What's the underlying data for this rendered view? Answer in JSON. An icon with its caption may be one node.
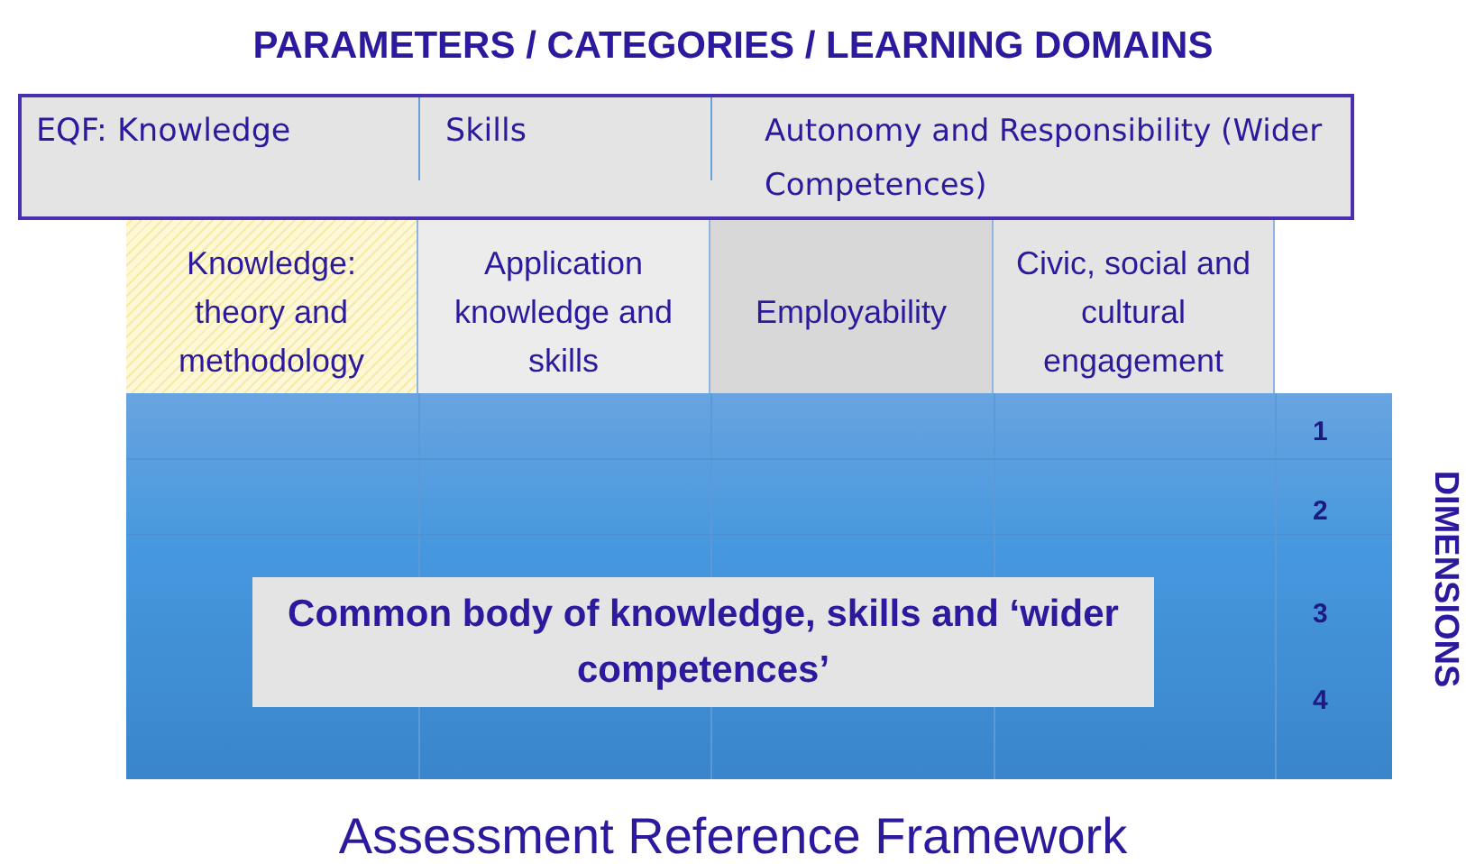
{
  "diagram": {
    "title": "PARAMETERS / CATEGORIES / LEARNING DOMAINS",
    "caption": "Assessment Reference Framework",
    "nodes": [
      {
        "text": [
          "EQF: Knowledge",
          "Skills",
          "Autonomy and Responsibility (Wider Competences)"
        ]
      },
      {
        "text": [
          "Knowledge: theory and methodology"
        ]
      },
      {
        "text": [
          "Application knowledge and skills"
        ]
      },
      {
        "text": [
          "Employability"
        ]
      },
      {
        "text": [
          "Civic, social and cultural engagement"
        ]
      },
      {
        "text": [],
        "shape": "box"
      },
      {
        "text": [
          "Common body of knowledge, skills and ‘wider competences’"
        ],
        "in": 5
      }
    ],
    "labels": [
      "1",
      "2",
      "3",
      "4",
      "DIMENSIONS"
    ]
  }
}
